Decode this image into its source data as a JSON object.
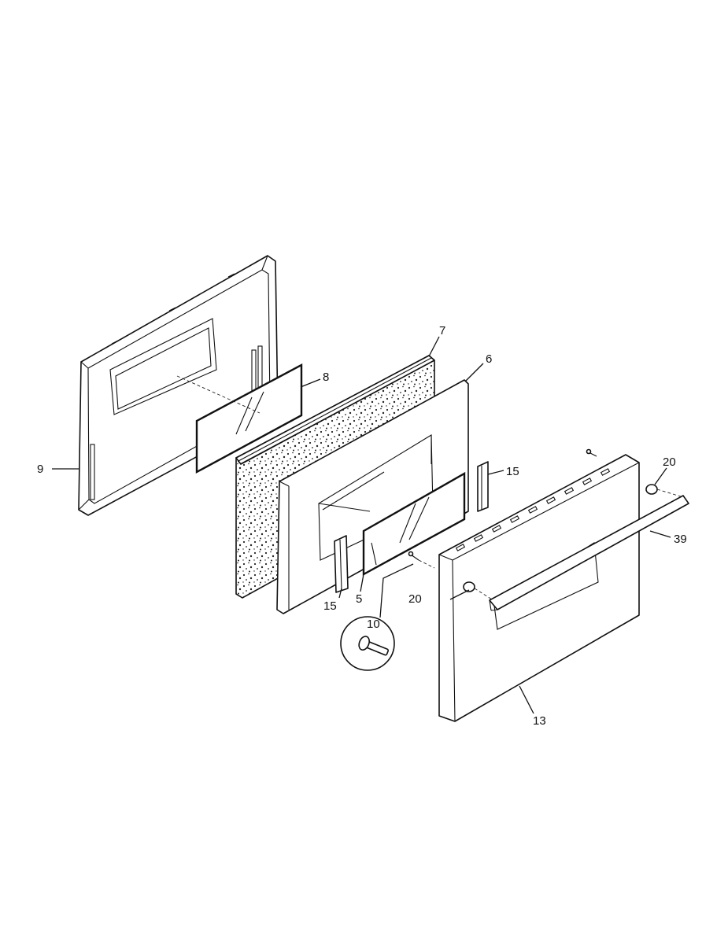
{
  "diagram": {
    "callouts": [
      {
        "id": "9",
        "label": "9",
        "part": "inner-door-liner"
      },
      {
        "id": "8",
        "label": "8",
        "part": "inner-glass"
      },
      {
        "id": "7",
        "label": "7",
        "part": "insulation"
      },
      {
        "id": "6",
        "label": "6",
        "part": "window-frame-panel"
      },
      {
        "id": "15a",
        "label": "15",
        "part": "glass-bracket-right"
      },
      {
        "id": "15b",
        "label": "15",
        "part": "glass-bracket-left"
      },
      {
        "id": "5",
        "label": "5",
        "part": "window-glass"
      },
      {
        "id": "10",
        "label": "10",
        "part": "screw"
      },
      {
        "id": "20a",
        "label": "20",
        "part": "handle-spacer-right"
      },
      {
        "id": "20b",
        "label": "20",
        "part": "handle-spacer-left"
      },
      {
        "id": "39",
        "label": "39",
        "part": "door-handle"
      },
      {
        "id": "13",
        "label": "13",
        "part": "outer-door-panel"
      }
    ]
  }
}
